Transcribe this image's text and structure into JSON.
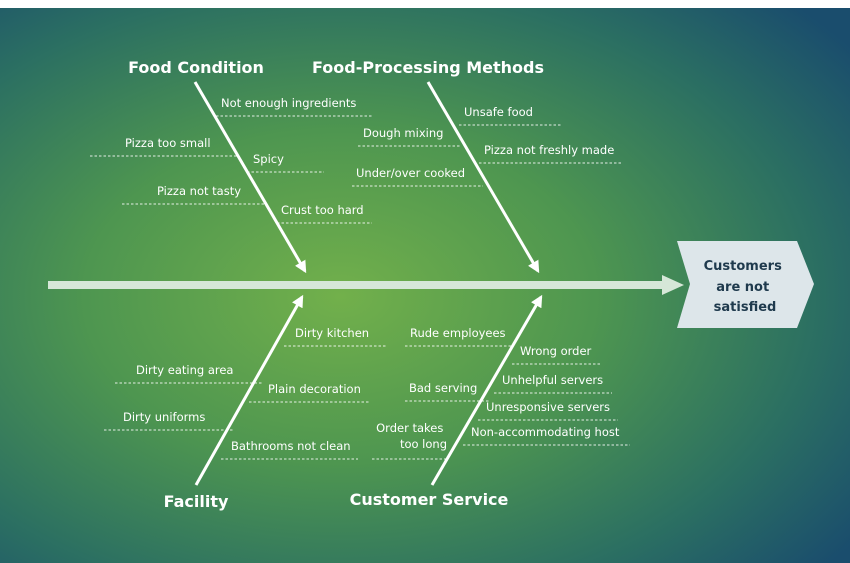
{
  "diagram": {
    "effect": {
      "lines": [
        "Customers",
        "are not",
        "satisfied"
      ]
    },
    "categories": {
      "food_condition": {
        "label": "Food Condition",
        "causes": [
          "Not enough ingredients",
          "Pizza too small",
          "Spicy",
          "Pizza not tasty",
          "Crust too hard"
        ]
      },
      "food_processing": {
        "label": "Food-Processing Methods",
        "causes": [
          "Unsafe food",
          "Dough mixing",
          "Pizza not freshly made",
          "Under/over cooked"
        ]
      },
      "facility": {
        "label": "Facility",
        "causes": [
          "Dirty kitchen",
          "Dirty eating area",
          "Plain decoration",
          "Dirty uniforms",
          "Bathrooms not clean"
        ]
      },
      "customer_service": {
        "label": "Customer Service",
        "causes": [
          "Rude employees",
          "Wrong order",
          "Bad serving",
          "Unhelpful servers",
          "Unresponsive servers",
          "Non-accommodating host"
        ],
        "order_takes_too_long": [
          "Order takes",
          "too long"
        ]
      }
    },
    "colors": {
      "bg_center": "#6fae4a",
      "bg_edge": "#1c5070",
      "effect_box": "#dde6ea",
      "spine": "#d6e7d8"
    }
  }
}
